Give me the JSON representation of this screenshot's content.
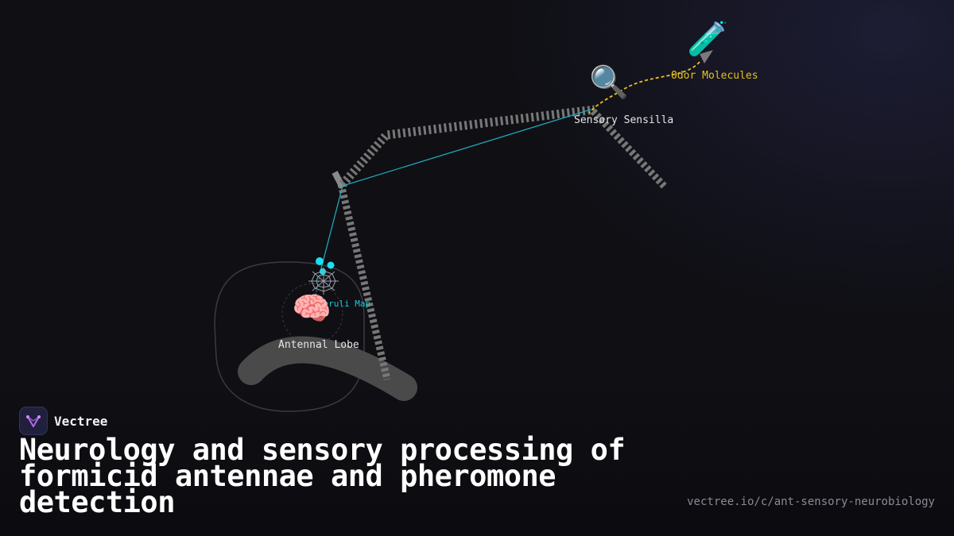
{
  "diagram": {
    "labels": {
      "odor_molecules": "Odor Molecules",
      "sensory_sensilla": "Sensory Sensilla",
      "glomeruli_map": "Glomeruli Map",
      "antennal_lobe": "Antennal Lobe"
    },
    "icons": {
      "odor_molecules": "test-tube-icon",
      "sensory_sensilla": "magnifying-glass-icon",
      "glomeruli_map": "spider-web-icon",
      "antennal_lobe": "brain-icon"
    },
    "colors": {
      "odor_path": "#e8c21a",
      "signal_path": "#1fa7b8",
      "glomeruli": "#19e0ee",
      "antenna": "#8a8a8a",
      "background": "#0f0f14"
    }
  },
  "brand": {
    "name": "Vectree"
  },
  "title": "Neurology and sensory processing of formicid antennae and pheromone detection",
  "url": "vectree.io/c/ant-sensory-neurobiology"
}
